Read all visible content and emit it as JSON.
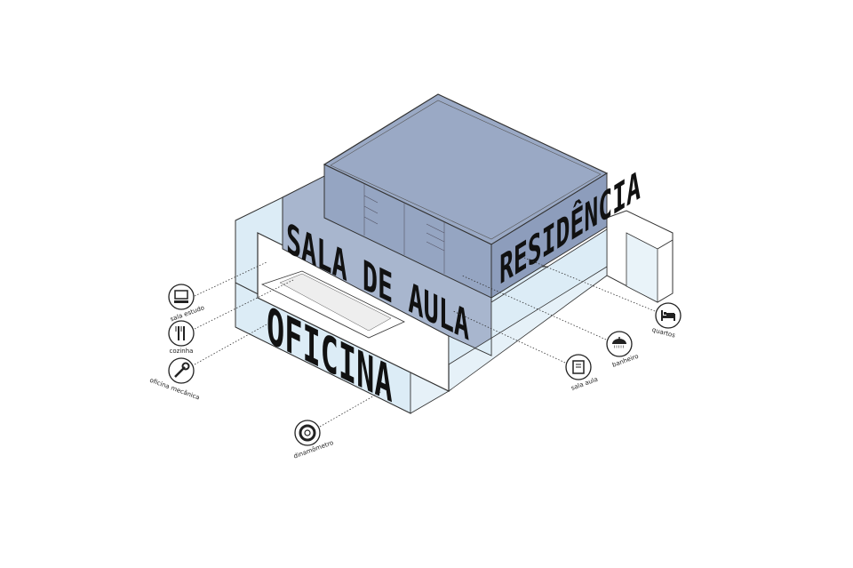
{
  "diagram": {
    "volumes": {
      "upper": "RESIDÊNCIA",
      "middle": "SALA DE AULA",
      "lower": "OFICINA"
    },
    "icons": [
      {
        "id": "sala-estudo",
        "label": "sala estudo",
        "icon": "computer-icon"
      },
      {
        "id": "cozinha",
        "label": "cozinha",
        "icon": "fork-knife-icon"
      },
      {
        "id": "oficina-mecanica",
        "label": "oficina mecânica",
        "icon": "wrench-icon"
      },
      {
        "id": "dinamometro",
        "label": "dinamômetro",
        "icon": "wheel-icon"
      },
      {
        "id": "sala-aula",
        "label": "sala aula",
        "icon": "book-icon"
      },
      {
        "id": "banheiro",
        "label": "banheiro",
        "icon": "shower-icon"
      },
      {
        "id": "quartos",
        "label": "quartos",
        "icon": "bed-icon"
      }
    ],
    "colors": {
      "roof": "#9aa9c5",
      "roof_side": "#8d9dbc",
      "glass": "#dcecf6",
      "line": "#333333"
    }
  }
}
